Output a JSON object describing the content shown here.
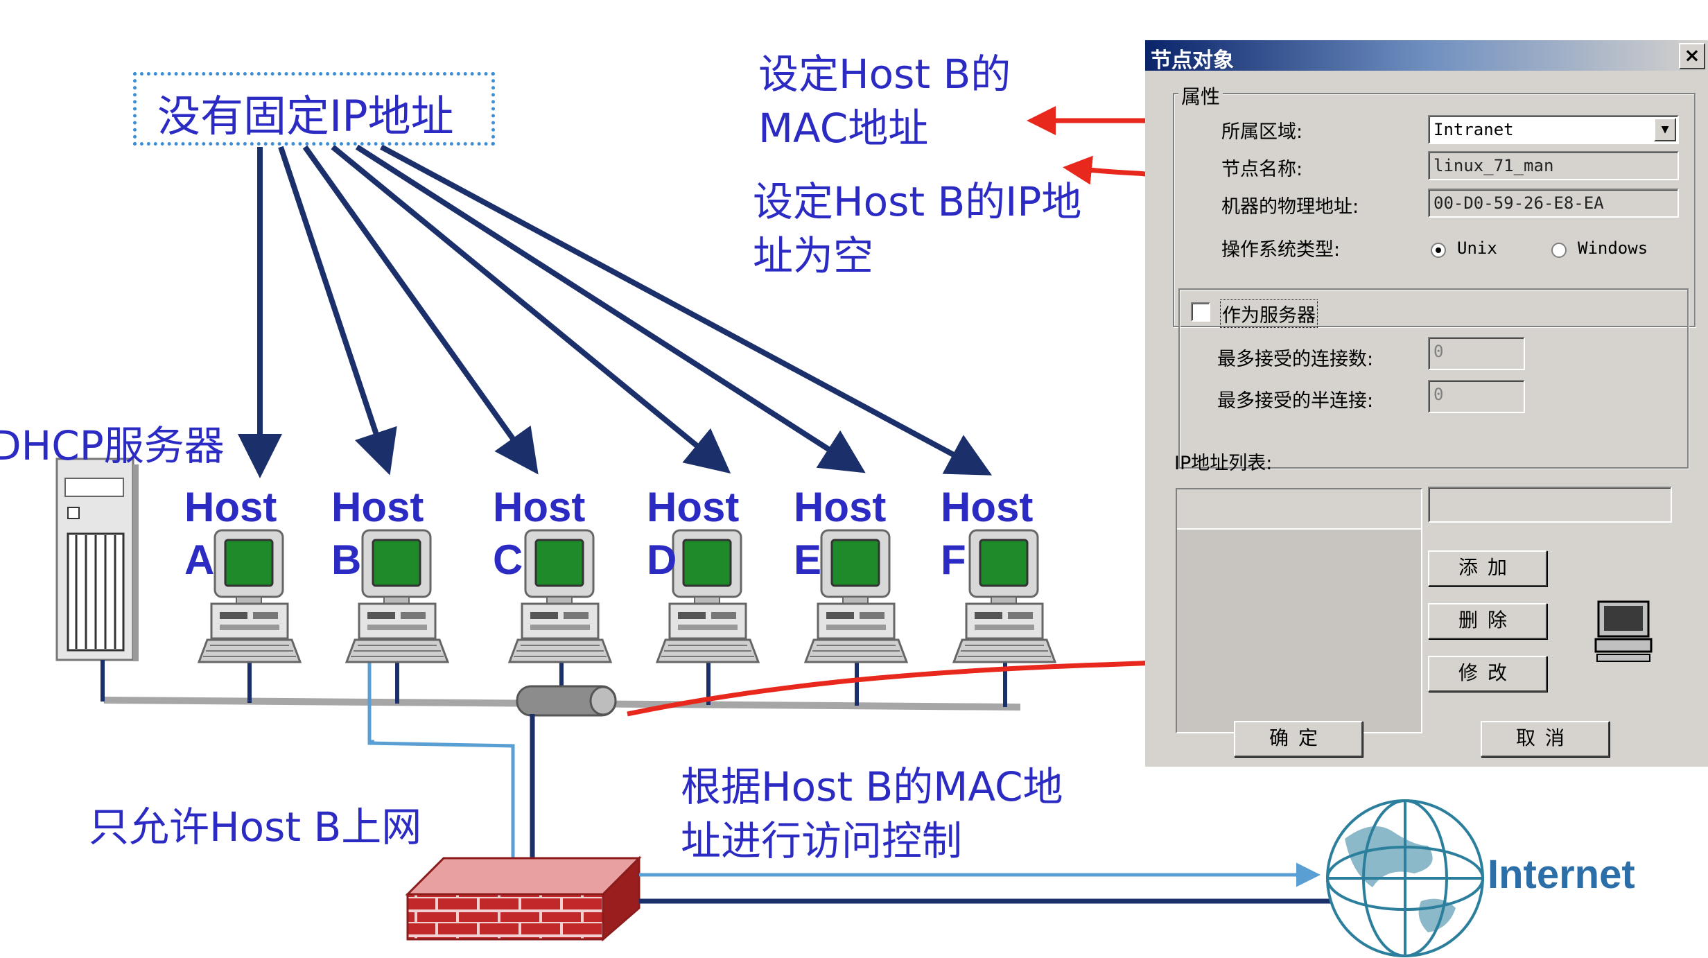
{
  "labels": {
    "no_fixed_ip": "没有固定IP地址",
    "dhcp_server": "DHCP服务器",
    "set_mac": [
      "设定Host B的",
      "MAC地址"
    ],
    "set_ip": [
      "设定Host B的IP地",
      "址为空"
    ],
    "only_allow": "只允许Host B上网",
    "access_control": [
      "根据Host B的MAC地",
      "址进行访问控制"
    ],
    "internet": "Internet"
  },
  "hosts": [
    {
      "line1": "Host",
      "line2": "A"
    },
    {
      "line1": "Host",
      "line2": "B"
    },
    {
      "line1": "Host",
      "line2": "C"
    },
    {
      "line1": "Host",
      "line2": "D"
    },
    {
      "line1": "Host",
      "line2": "E"
    },
    {
      "line1": "Host",
      "line2": "F"
    }
  ],
  "dialog": {
    "title": "节点对象",
    "close": "×",
    "group_attr": "属性",
    "zone_label": "所属区域:",
    "zone_value": "Intranet",
    "node_name_label": "节点名称:",
    "node_name_value": "linux_71_man",
    "mac_label": "机器的物理地址:",
    "mac_value": "00-D0-59-26-E8-EA",
    "os_label": "操作系统类型:",
    "os_unix": "Unix",
    "os_windows": "Windows",
    "as_server": "作为服务器",
    "max_conn_label": "最多接受的连接数:",
    "max_conn_value": "0",
    "max_half_label": "最多接受的半连接:",
    "max_half_value": "0",
    "ip_list_label": "IP地址列表:",
    "add_btn": "添加",
    "delete_btn": "删除",
    "modify_btn": "修改",
    "ok_btn": "确定",
    "cancel_btn": "取消"
  },
  "colors": {
    "text_blue": "#2b2bc4",
    "arrow_navy": "#1b2f6b",
    "red_arrow": "#e8281c",
    "light_blue": "#5a9fd4"
  }
}
